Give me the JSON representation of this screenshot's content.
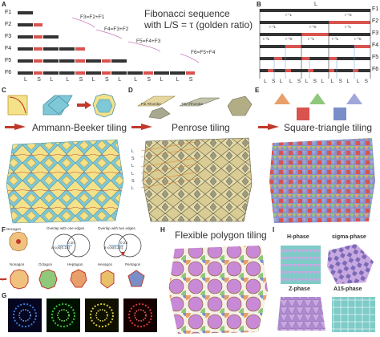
{
  "panels": {
    "A": "A",
    "B": "B",
    "C": "C",
    "D": "D",
    "E": "E",
    "F": "F",
    "G": "G",
    "H": "H",
    "I": "I"
  },
  "panel_a": {
    "rows": [
      "F1",
      "F2",
      "F3",
      "F4",
      "F5",
      "F6"
    ],
    "equations": [
      "F3=F2+F1",
      "F4=F3+F2",
      "F5=F4+F3",
      "F6=F5+F4"
    ],
    "title_line1": "Fibonacci sequence",
    "title_line2": "with L/S = τ (golden ratio)",
    "bottom_labels": [
      "L",
      "S",
      "L",
      "L",
      "S",
      "L",
      "S",
      "L",
      "L",
      "S",
      "L",
      "L",
      "S"
    ]
  },
  "panel_b": {
    "top": "L",
    "row2": [
      "τ⁻¹L",
      "τ⁻¹S"
    ],
    "row3": [
      "τ⁻²L",
      "τ⁻²S",
      "τ⁻²L"
    ],
    "row4": [
      "τ⁻³L",
      "τ⁻³S",
      "τ⁻³L",
      "τ⁻³L",
      "τ⁻³S"
    ],
    "rows": [
      "F1",
      "F2",
      "F3",
      "F4",
      "F5",
      "F6"
    ],
    "bottom_labels": [
      "L",
      "S",
      "L",
      "L",
      "S",
      "L",
      "S",
      "L",
      "L",
      "S",
      "L",
      "L",
      "S"
    ]
  },
  "panel_c": {
    "title": "Ammann-Beeker tiling"
  },
  "panel_d": {
    "title": "Penrose tiling",
    "fat": "Fat Rhombe",
    "thin": "Thin Rhombe",
    "side_labels": [
      "L",
      "S",
      "L",
      "L",
      "S",
      "L"
    ]
  },
  "panel_e": {
    "title": "Square-triangle tiling"
  },
  "panel_f": {
    "decagon": "Decagon",
    "overlap1": "Overlap with one edges",
    "overlap2": "Overlap with two edges",
    "shapes": [
      "Nonagon",
      "Octagon",
      "Heptagon",
      "Hexagon",
      "Pentagon"
    ],
    "eq1a": "0.1m",
    "eq1b": "a·cos(0.1π)",
    "eq2a": "0.2π",
    "eq2b": "a·cos(0.2π)"
  },
  "panel_h": {
    "title": "Flexible polygon tiling"
  },
  "panel_i": {
    "phases": [
      "H-phase",
      "sigma-phase",
      "Z-phase",
      "A15-phase"
    ]
  },
  "colors": {
    "accent_red": "#c0392b",
    "bar_dark": "#333333",
    "bar_red": "#d9534f",
    "tile_yellow": "#f3e28a",
    "tile_blue": "#7ec8d8",
    "penrose_fat": "#e6d7a1",
    "penrose_thin": "#a8a890"
  }
}
